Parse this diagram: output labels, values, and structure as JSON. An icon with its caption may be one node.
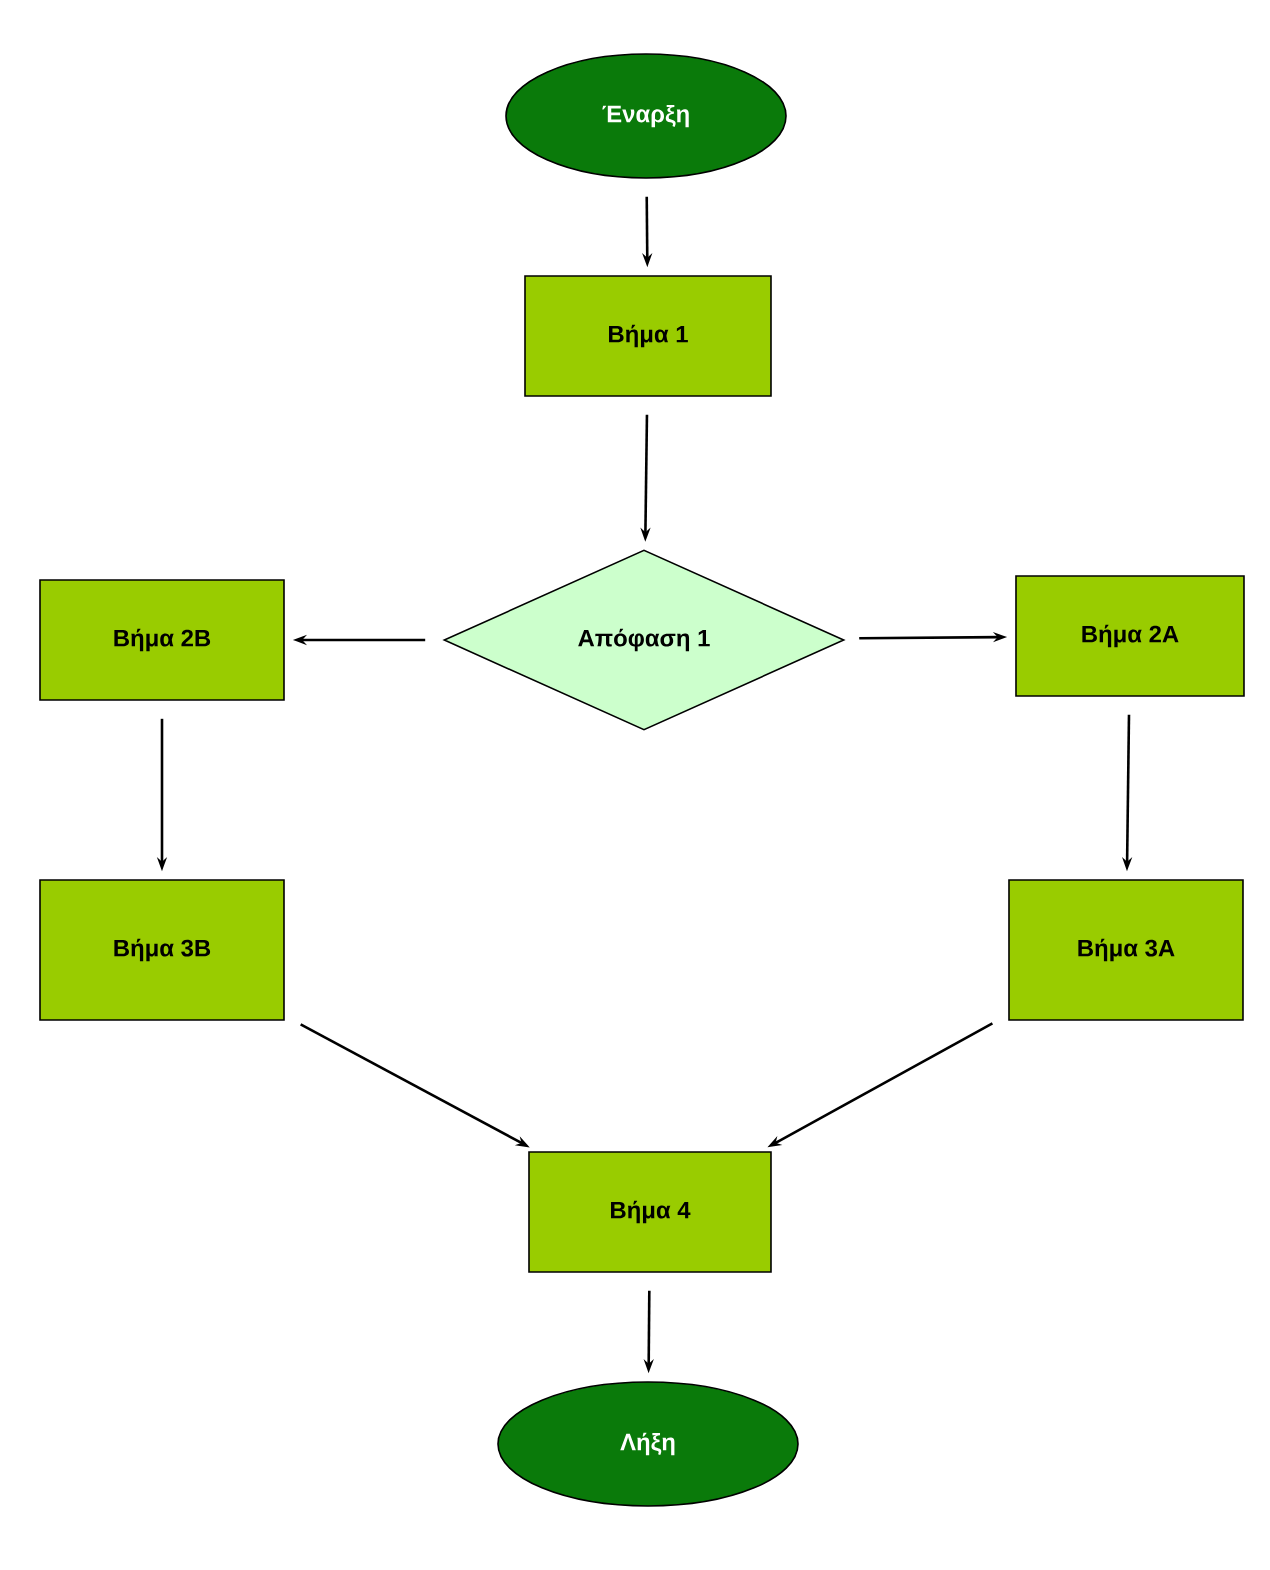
{
  "diagram": {
    "nodes": [
      {
        "text": [
          "Έναρξη"
        ]
      },
      {
        "text": [
          "Βήμα 1"
        ]
      },
      {
        "text": [
          "Απόφαση 1"
        ]
      },
      {
        "text": [
          "Βήμα 2B"
        ]
      },
      {
        "text": [
          "Βήμα 2A"
        ]
      },
      {
        "text": [
          "Βήμα 3B"
        ]
      },
      {
        "text": [
          "Βήμα 3A"
        ]
      },
      {
        "text": [
          "Βήμα 4"
        ]
      },
      {
        "text": [
          "Λήξη"
        ]
      }
    ],
    "edges": [
      {
        "from": 0,
        "to": 1,
        "arrow": "to"
      },
      {
        "from": 1,
        "to": 2,
        "arrow": "to"
      },
      {
        "from": 2,
        "to": 3,
        "arrow": "to"
      },
      {
        "from": 2,
        "to": 4,
        "arrow": "to"
      },
      {
        "from": 3,
        "to": 5,
        "arrow": "to"
      },
      {
        "from": 4,
        "to": 6,
        "arrow": "to"
      },
      {
        "from": 5,
        "to": 7,
        "arrow": "to"
      },
      {
        "from": 6,
        "to": 7,
        "arrow": "to"
      },
      {
        "from": 7,
        "to": 8,
        "arrow": "to"
      }
    ]
  }
}
